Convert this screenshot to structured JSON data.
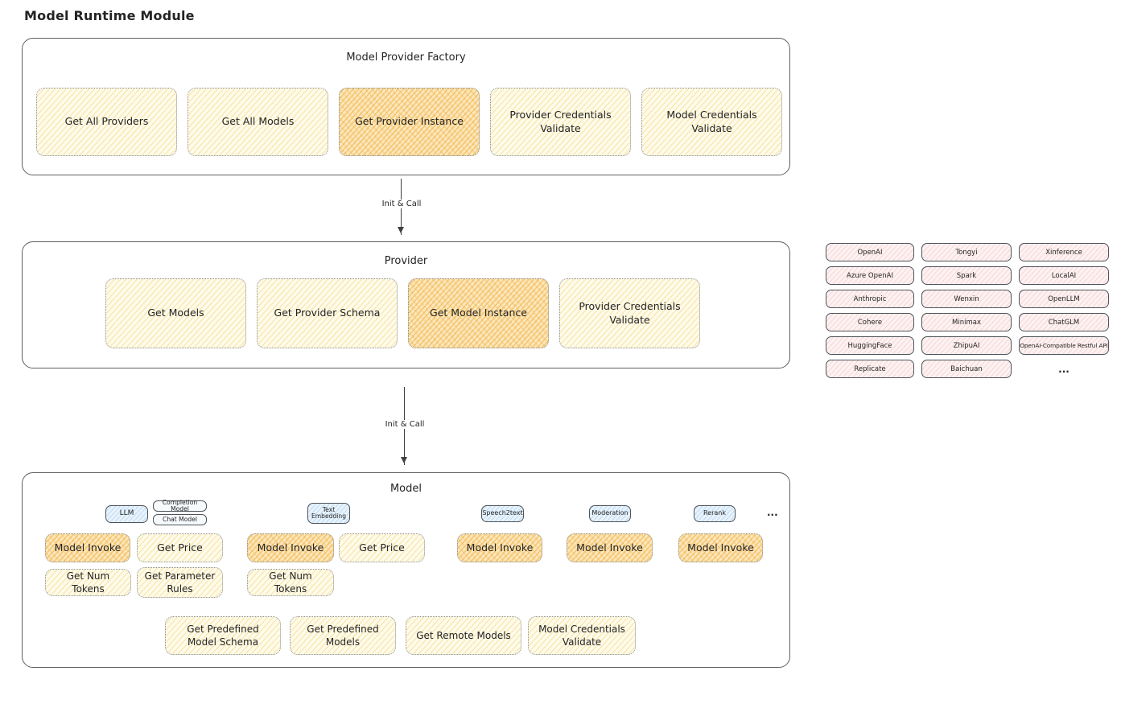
{
  "colors": {
    "node_yellow": "#fffbea",
    "node_highlight": "#fbe7bd",
    "provider_pink": "#fdf2f2",
    "tag_blue": "#e8f3fc",
    "outline": "#5f5f5f"
  },
  "page": {
    "title": "Model Runtime Module"
  },
  "factory": {
    "title": "Model Provider Factory",
    "buttons": [
      {
        "label": "Get All Providers",
        "highlighted": false
      },
      {
        "label": "Get All Models",
        "highlighted": false
      },
      {
        "label": "Get Provider Instance",
        "highlighted": true
      },
      {
        "label": "Provider Credentials Validate",
        "highlighted": false
      },
      {
        "label": "Model Credentials Validate",
        "highlighted": false
      }
    ]
  },
  "arrows": {
    "factory_to_provider": "Init & Call",
    "provider_to_model": "Init & Call"
  },
  "provider": {
    "title": "Provider",
    "buttons": [
      {
        "label": "Get Models",
        "highlighted": false
      },
      {
        "label": "Get Provider Schema",
        "highlighted": false
      },
      {
        "label": "Get Model Instance",
        "highlighted": true
      },
      {
        "label": "Provider Credentials Validate",
        "highlighted": false
      }
    ]
  },
  "providers_grid": {
    "items": [
      "OpenAI",
      "Tongyi",
      "Xinference",
      "Azure OpenAI",
      "Spark",
      "LocalAI",
      "Anthropic",
      "Wenxin",
      "OpenLLM",
      "Cohere",
      "Minimax",
      "ChatGLM",
      "HuggingFace",
      "ZhipuAI",
      "OpenAI-Compatible Restful API",
      "Replicate",
      "Baichuan"
    ],
    "more": "..."
  },
  "model": {
    "title": "Model",
    "tags": {
      "llm": "LLM",
      "completion_model": "Completion Model",
      "chat_model": "Chat Model",
      "text_embedding": "Text Embedding",
      "speech2text": "Speech2text",
      "moderation": "Moderation",
      "rerank": "Rerank",
      "more": "..."
    },
    "llm_buttons": [
      {
        "label": "Model Invoke",
        "highlighted": true
      },
      {
        "label": "Get Price",
        "highlighted": false
      },
      {
        "label": "Get Num Tokens",
        "highlighted": false
      },
      {
        "label": "Get Parameter Rules",
        "highlighted": false
      }
    ],
    "text_embedding_buttons": [
      {
        "label": "Model Invoke",
        "highlighted": true
      },
      {
        "label": "Get Price",
        "highlighted": false
      },
      {
        "label": "Get Num Tokens",
        "highlighted": false
      }
    ],
    "speech2text_buttons": [
      {
        "label": "Model Invoke",
        "highlighted": true
      }
    ],
    "moderation_buttons": [
      {
        "label": "Model Invoke",
        "highlighted": true
      }
    ],
    "rerank_buttons": [
      {
        "label": "Model Invoke",
        "highlighted": true
      }
    ],
    "bottom_buttons": [
      {
        "label": "Get Predefined Model Schema"
      },
      {
        "label": "Get Predefined Models"
      },
      {
        "label": "Get Remote Models"
      },
      {
        "label": "Model Credentials Validate"
      }
    ]
  }
}
